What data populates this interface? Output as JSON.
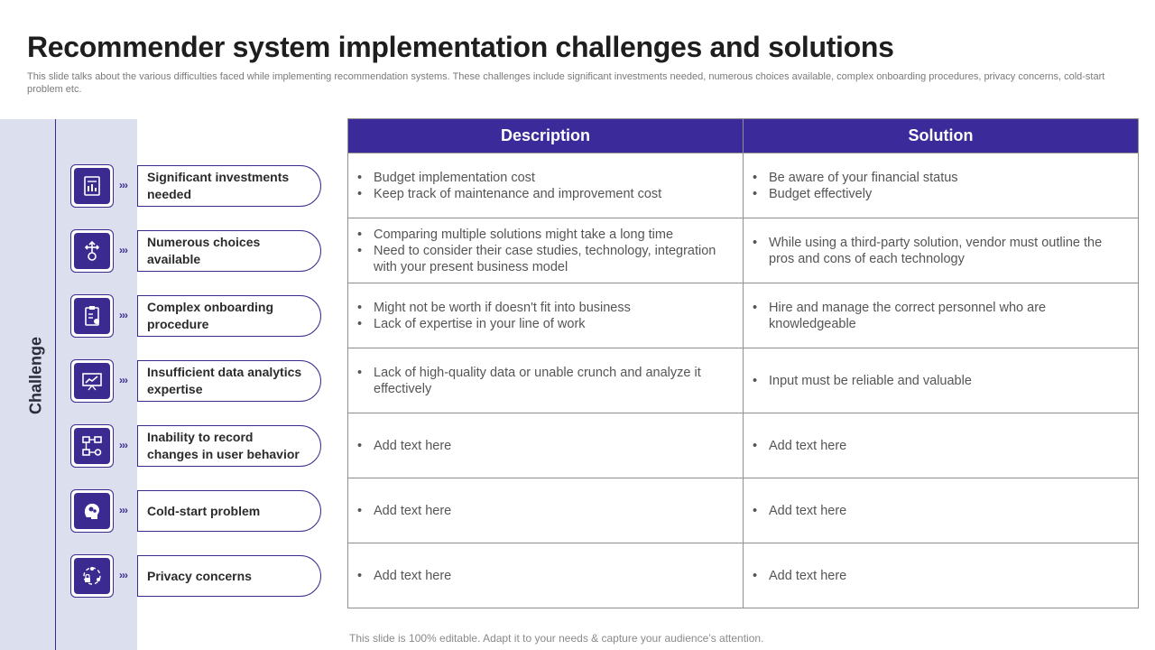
{
  "slide": {
    "title": "Recommender system implementation challenges and solutions",
    "subtitle": "This slide talks about the various difficulties faced while implementing recommendation systems. These challenges include significant investments needed, numerous choices available, complex onboarding procedures, privacy concerns, cold-start problem etc.",
    "side_label": "Challenge",
    "footer": "This slide is 100% editable. Adapt it to your needs & capture your audience’s attention.",
    "chevron": "›››"
  },
  "colors": {
    "accent": "#3b2a9a",
    "side_panel": "#dcdfee",
    "border": "#8f8f8f"
  },
  "table": {
    "headers": [
      "Description",
      "Solution"
    ],
    "rows": [
      {
        "challenge": "Significant investments needed",
        "icon": "investment-report-icon",
        "description": [
          "Budget implementation cost",
          "Keep track of maintenance and improvement cost"
        ],
        "solution": [
          "Be aware of your financial status",
          "Budget effectively"
        ]
      },
      {
        "challenge": "Numerous choices available",
        "icon": "choices-arrows-icon",
        "description": [
          "Comparing multiple solutions might take a long time",
          "Need to consider their case studies, technology, integration with your present business model"
        ],
        "solution": [
          "While using a third-party solution, vendor must outline the pros and cons of each technology"
        ]
      },
      {
        "challenge": "Complex onboarding procedure",
        "icon": "onboarding-clipboard-icon",
        "description": [
          "Might not be worth if doesn't fit into business",
          "Lack of expertise in your line of work"
        ],
        "solution": [
          "Hire and manage the correct personnel who are knowledgeable"
        ]
      },
      {
        "challenge": "Insufficient data analytics expertise",
        "icon": "analytics-presentation-icon",
        "description": [
          "Lack of high-quality data or unable crunch and analyze it effectively"
        ],
        "solution": [
          "Input must be reliable and valuable"
        ]
      },
      {
        "challenge": "Inability to record changes in user behavior",
        "icon": "flowchart-icon",
        "description": [
          "Add text here"
        ],
        "solution": [
          "Add text here"
        ]
      },
      {
        "challenge": "Cold-start problem",
        "icon": "brain-head-icon",
        "description": [
          "Add text here"
        ],
        "solution": [
          "Add text here"
        ]
      },
      {
        "challenge": "Privacy concerns",
        "icon": "privacy-lock-icon",
        "description": [
          "Add text here"
        ],
        "solution": [
          "Add text here"
        ]
      }
    ]
  }
}
